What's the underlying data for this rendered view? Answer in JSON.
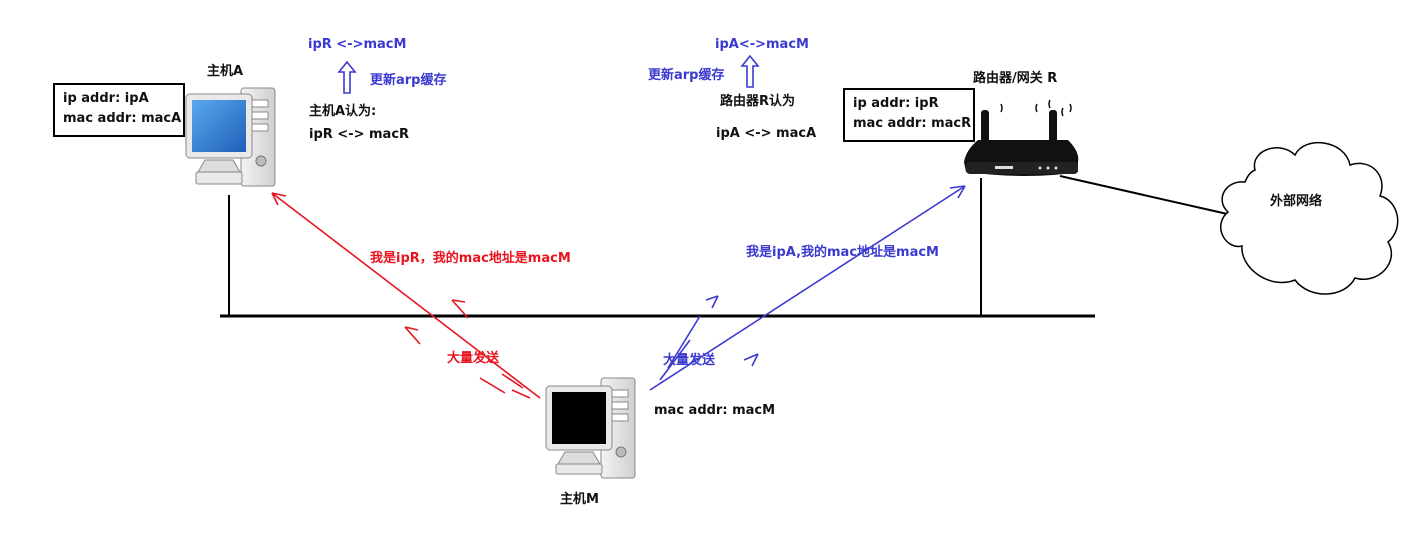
{
  "host_a": {
    "title": "主机A",
    "ip_line": "ip addr:  ipA",
    "mac_line": "mac addr:  macA",
    "believes_title": "主机A认为:",
    "believes_mapping": "ipR <-> macR",
    "updated_mapping": "ipR <->macM",
    "update_label": "更新arp缓存"
  },
  "router": {
    "title": "路由器/网关 R",
    "ip_line": "ip addr:  ipR",
    "mac_line": "mac addr:  macR",
    "believes_title": "路由器R认为",
    "believes_mapping": "ipA <-> macA",
    "updated_mapping": "ipA<->macM",
    "update_label": "更新arp缓存"
  },
  "host_m": {
    "title": "主机M",
    "mac_line": "mac addr:  macM"
  },
  "messages": {
    "to_a": "我是ipR，我的mac地址是macM",
    "to_router": "我是ipA,我的mac地址是macM",
    "flood_a": "大量发送",
    "flood_router": "大量发送"
  },
  "external_network": "外部网络",
  "colors": {
    "red": "#e8141e",
    "blue": "#3a3ad0",
    "line": "#000000",
    "monitor_screen_a": "#2a7ad0",
    "monitor_screen_m": "#000000"
  }
}
